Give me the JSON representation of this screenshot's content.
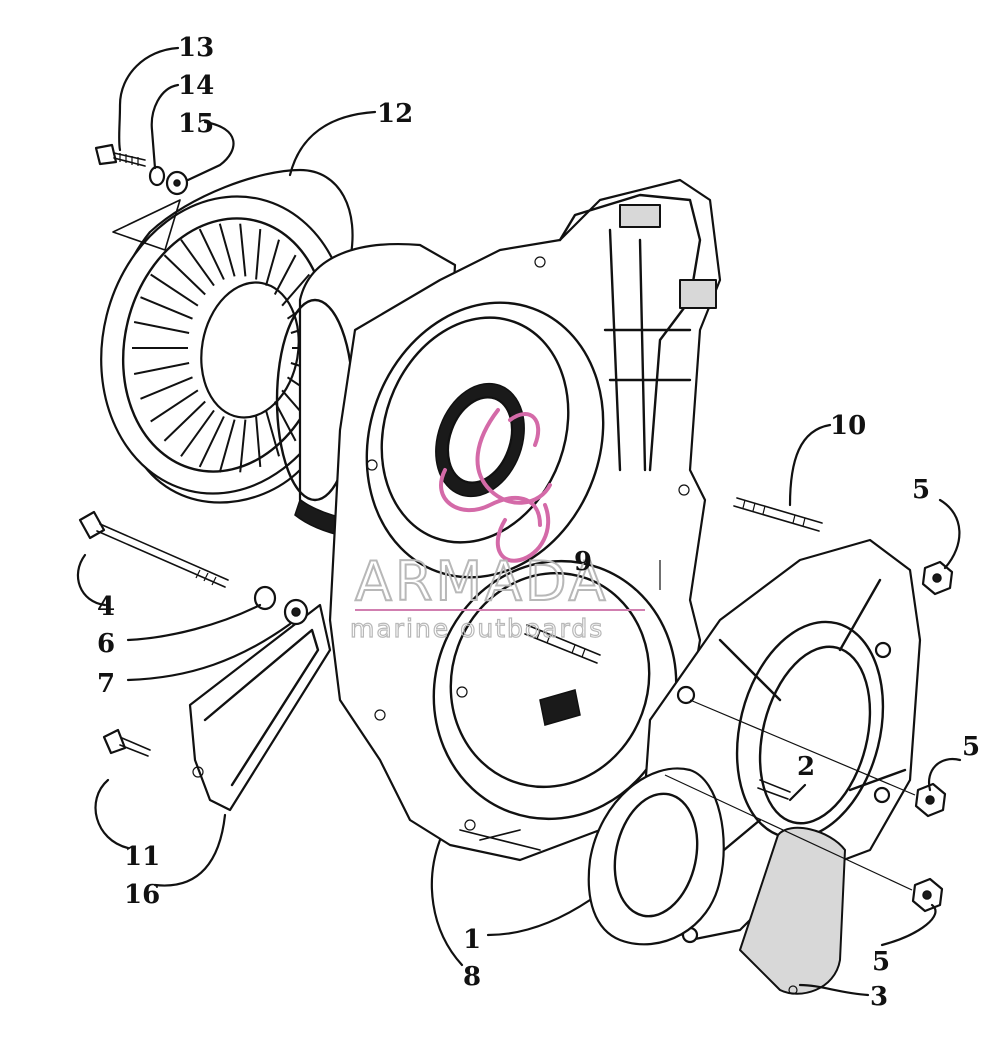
{
  "diagram": {
    "callouts": [
      {
        "id": "13",
        "label": "13"
      },
      {
        "id": "14",
        "label": "14"
      },
      {
        "id": "15",
        "label": "15"
      },
      {
        "id": "12",
        "label": "12"
      },
      {
        "id": "10",
        "label": "10"
      },
      {
        "id": "5a",
        "label": "5"
      },
      {
        "id": "9",
        "label": "9"
      },
      {
        "id": "4",
        "label": "4"
      },
      {
        "id": "6",
        "label": "6"
      },
      {
        "id": "7",
        "label": "7"
      },
      {
        "id": "5b",
        "label": "5"
      },
      {
        "id": "2",
        "label": "2"
      },
      {
        "id": "11",
        "label": "11"
      },
      {
        "id": "16",
        "label": "16"
      },
      {
        "id": "1",
        "label": "1"
      },
      {
        "id": "8",
        "label": "8"
      },
      {
        "id": "5c",
        "label": "5"
      },
      {
        "id": "3",
        "label": "3"
      }
    ]
  },
  "watermark": {
    "title": "ARMADA",
    "subtitle": "marine outboards",
    "accent_color": "#d46aa8"
  }
}
